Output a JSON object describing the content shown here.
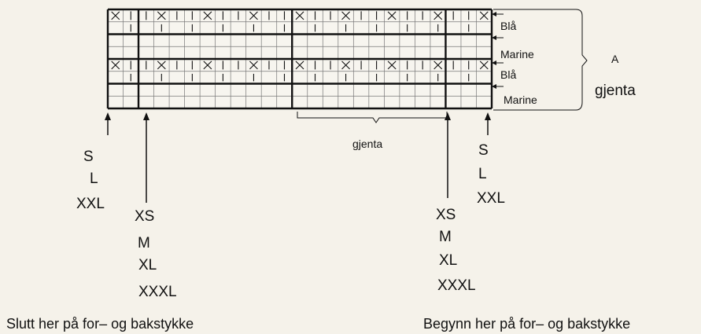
{
  "chart": {
    "cols": 25,
    "rows": 8,
    "symbols": {
      "x_rows": [
        0,
        4
      ],
      "tick_rows": [
        1,
        5
      ],
      "x_cols": [
        0,
        3,
        6,
        9,
        12,
        15,
        18,
        21,
        24
      ]
    }
  },
  "row_labels": [
    "Blå",
    "Marine",
    "Blå",
    "Marine"
  ],
  "group_label": "A",
  "repeat_label_side": "gjenta",
  "repeat_label_bottom": "gjenta",
  "left_sizes_top": [
    "S",
    "L",
    "XXL"
  ],
  "left_sizes_bottom": [
    "XS",
    "M",
    "XL",
    "XXXL"
  ],
  "right_sizes_top": [
    "S",
    "L",
    "XXL"
  ],
  "right_sizes_bottom": [
    "XS",
    "M",
    "XL",
    "XXXL"
  ],
  "footer": {
    "left": "Slutt her på for– og bakstykke",
    "right": "Begynn her på for– og bakstykke"
  }
}
